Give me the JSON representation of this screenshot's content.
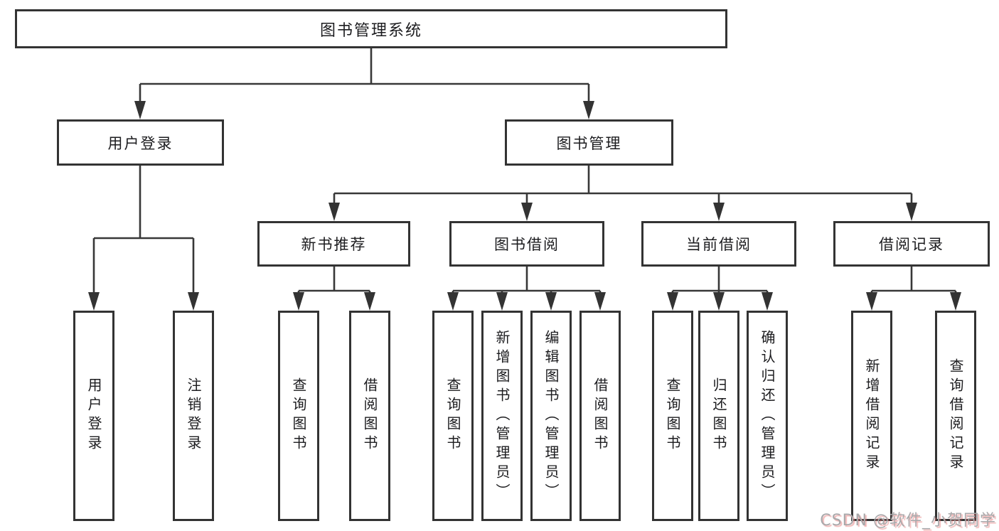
{
  "diagram": {
    "title": "图书管理系统",
    "colors": {
      "background": "#ffffff",
      "line": "#333333",
      "text": "#1c1c1f",
      "watermark": "#a9a9ab",
      "watermark_shadow": "#e67878"
    },
    "nodes": {
      "root": "图书管理系统",
      "user_login": "用户登录",
      "book_mgmt": "图书管理",
      "new_book_rec": "新书推荐",
      "book_borrow": "图书借阅",
      "current_borrow": "当前借阅",
      "borrow_records": "借阅记录",
      "leaf_user_login": "用户登录",
      "leaf_logout": "注销登录",
      "leaf_rec_query_books": "查询图书",
      "leaf_rec_borrow_books": "借阅图书",
      "leaf_bb_query_books": "查询图书",
      "leaf_bb_add_books_admin": "新增图书（管理员）",
      "leaf_bb_edit_books_admin": "编辑图书（管理员）",
      "leaf_bb_borrow_books": "借阅图书",
      "leaf_cb_query_books": "查询图书",
      "leaf_cb_return_books": "归还图书",
      "leaf_cb_confirm_return_admin": "确认归还（管理员）",
      "leaf_br_add_record": "新增借阅记录",
      "leaf_br_query_record": "查询借阅记录"
    },
    "watermark": "CSDN @软件_小贺同学"
  }
}
